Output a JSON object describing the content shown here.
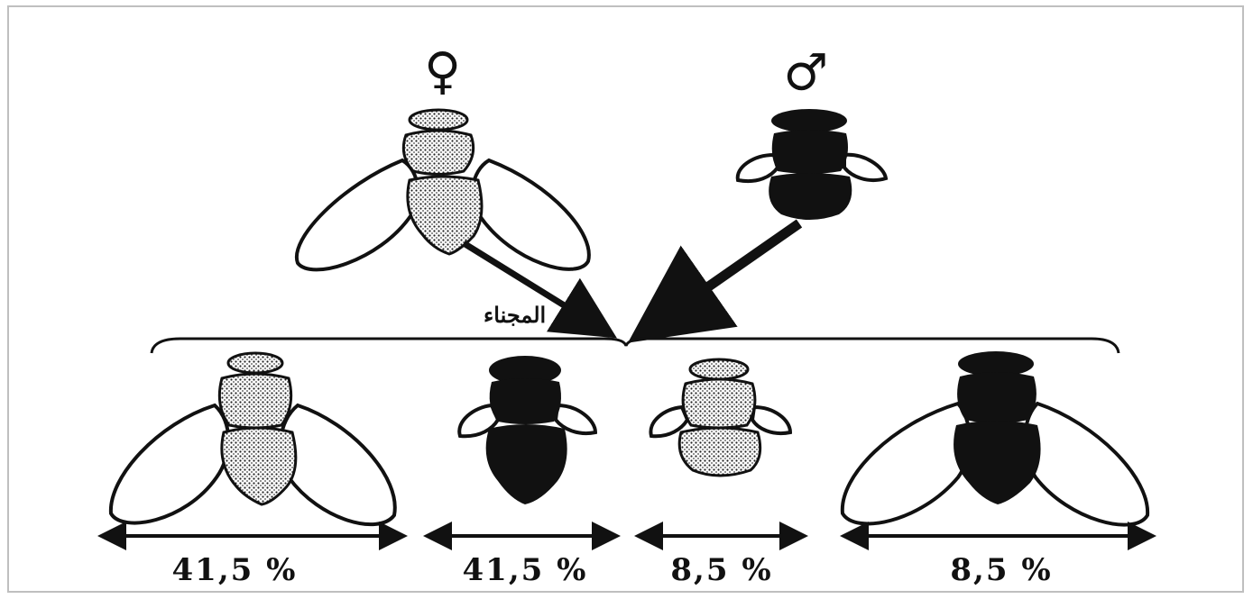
{
  "cross": {
    "female_symbol": "♀",
    "male_symbol": "♂",
    "label": "المجناء"
  },
  "offspring": [
    {
      "body": "dotted",
      "wings": "long",
      "percent": "41,5 %"
    },
    {
      "body": "black",
      "wings": "vestigial",
      "percent": "41,5 %"
    },
    {
      "body": "dotted",
      "wings": "vestigial",
      "percent": "8,5 %"
    },
    {
      "body": "black",
      "wings": "long",
      "percent": "8,5 %"
    }
  ],
  "colors": {
    "ink": "#111111",
    "border": "#bfbfbf",
    "background": "#ffffff"
  }
}
